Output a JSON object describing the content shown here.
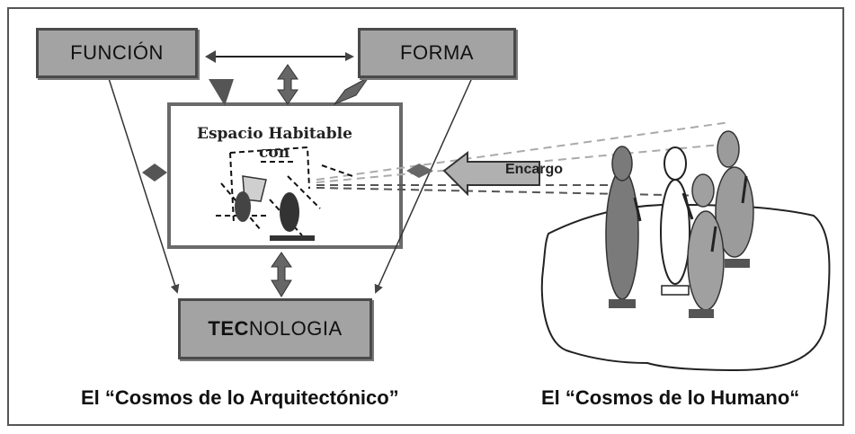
{
  "diagram": {
    "boxes": {
      "funcion": "FUNCIÓN",
      "forma": "FORMA",
      "tecnologia_bold": "TEC",
      "tecnologia_rest": "NOLOGIA"
    },
    "center": {
      "line1": "Espacio Habitable",
      "line2": "con"
    },
    "encargo": "Encargo",
    "captions": {
      "left": "El “Cosmos de lo Arquitectónico”",
      "right": "El “Cosmos de lo Humano“"
    }
  },
  "colors": {
    "box_fill": "#a3a3a3",
    "figure_dark": "#7a7a7a",
    "figure_mid": "#9b9b9b",
    "base_dark": "#555555"
  }
}
